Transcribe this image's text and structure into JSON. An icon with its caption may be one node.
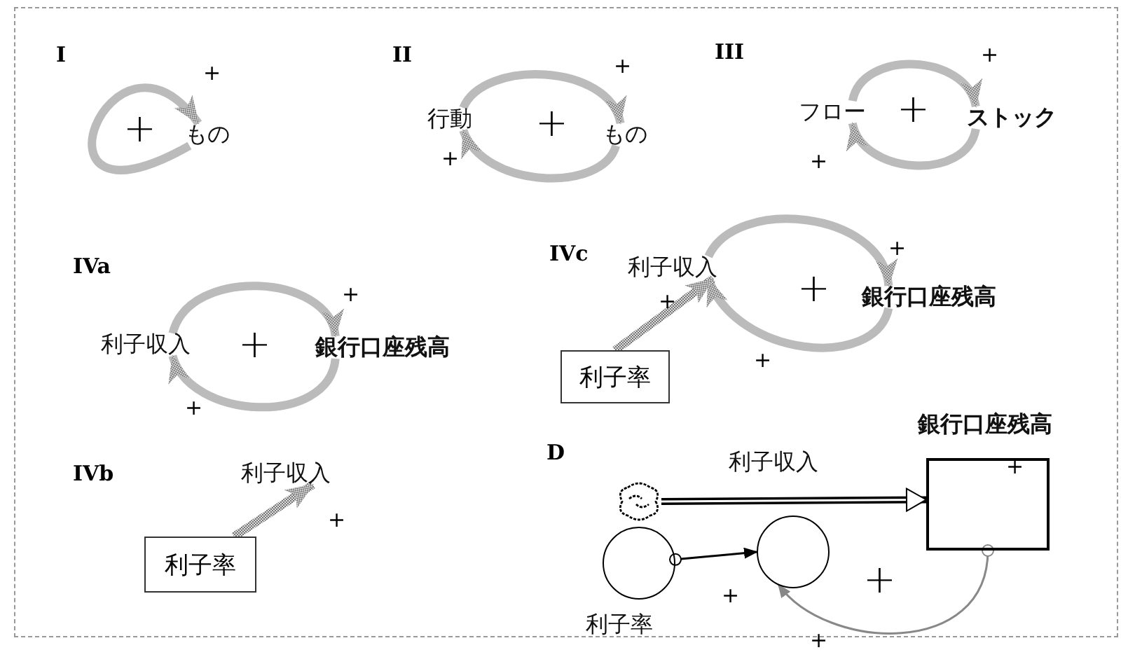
{
  "diagram": {
    "nodes": [
      {
        "text": [
          "もの"
        ]
      },
      {
        "text": [
          "行動"
        ]
      },
      {
        "text": [
          "もの"
        ]
      },
      {
        "text": [
          "フロー"
        ]
      },
      {
        "text": [
          "ストック"
        ]
      },
      {
        "text": [
          "利子収入"
        ]
      },
      {
        "text": [
          "銀行口座残高"
        ]
      },
      {
        "text": [
          "利子収入"
        ]
      },
      {
        "text": [
          "銀行口座残高"
        ]
      },
      {
        "text": [
          "利子率"
        ]
      },
      {
        "text": [
          "利子収入"
        ]
      },
      {
        "text": [
          "利子率"
        ]
      },
      {
        "text": [],
        "shape": "cloud"
      },
      {
        "text": [
          "銀行口座残高"
        ]
      },
      {
        "text": [
          "利子収入"
        ]
      },
      {
        "text": [
          "利子率"
        ]
      }
    ],
    "edges": [
      {
        "from": 0,
        "to": 0,
        "arrow": "to"
      },
      {
        "from": 1,
        "to": 2,
        "arrow": "to"
      },
      {
        "from": 2,
        "to": 1,
        "arrow": "to"
      },
      {
        "from": 3,
        "to": 4,
        "arrow": "to"
      },
      {
        "from": 4,
        "to": 3,
        "arrow": "to"
      },
      {
        "from": 5,
        "to": 6,
        "arrow": "to"
      },
      {
        "from": 6,
        "to": 5,
        "arrow": "to"
      },
      {
        "from": 7,
        "to": 8,
        "arrow": "to"
      },
      {
        "from": 8,
        "to": 7,
        "arrow": "to"
      },
      {
        "from": 9,
        "to": 7,
        "arrow": "to"
      },
      {
        "from": 11,
        "to": 10,
        "arrow": "to"
      },
      {
        "from": 12,
        "to": 13,
        "arrow": "to",
        "color": "#000000"
      },
      {
        "from": 15,
        "to": 14,
        "arrow": "to",
        "color": "#000000"
      },
      {
        "from": 13,
        "to": 14,
        "arrow": "to",
        "color": "#888888"
      }
    ],
    "labels": [
      "I",
      "+",
      "+",
      "II",
      "+",
      "+",
      "+",
      "III",
      "+",
      "+",
      "+",
      "IVa",
      "+",
      "+",
      "+",
      "IVc",
      "+",
      "+",
      "+",
      "+",
      "IVb",
      "+",
      "D",
      "+",
      "+",
      "+",
      "+"
    ]
  }
}
